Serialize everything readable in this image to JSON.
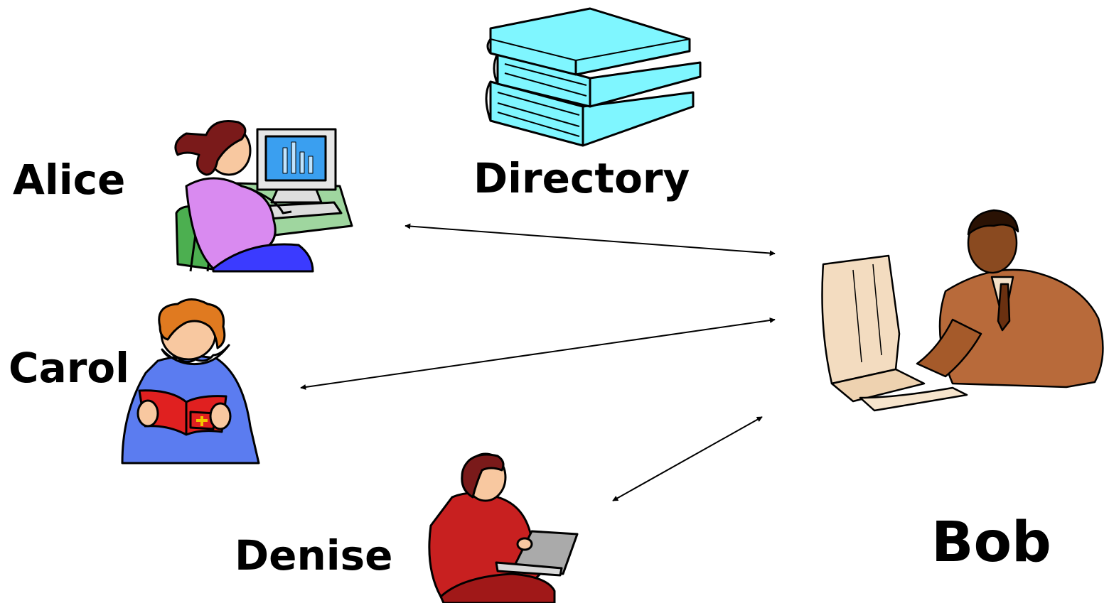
{
  "labels": {
    "alice": "Alice",
    "carol": "Carol",
    "directory": "Directory",
    "denise": "Denise",
    "bob": "Bob"
  },
  "colors": {
    "books": "#7ff6ff",
    "carol_robe": "#5b7cf0",
    "carol_book": "#e02020",
    "alice_shirt": "#d98af0",
    "alice_desk": "#9fd69f",
    "alice_chair": "#4caf50",
    "alice_screen": "#3a9ff0",
    "denise_jacket": "#c82020",
    "bob_suit": "#b86a3a",
    "bob_computer": "#f3dcc0",
    "arrow": "#000000"
  },
  "connections": [
    {
      "from": "Alice",
      "to": "Bob",
      "bidirectional": true
    },
    {
      "from": "Carol",
      "to": "Bob",
      "bidirectional": true
    },
    {
      "from": "Denise",
      "to": "Bob",
      "bidirectional": true
    }
  ]
}
